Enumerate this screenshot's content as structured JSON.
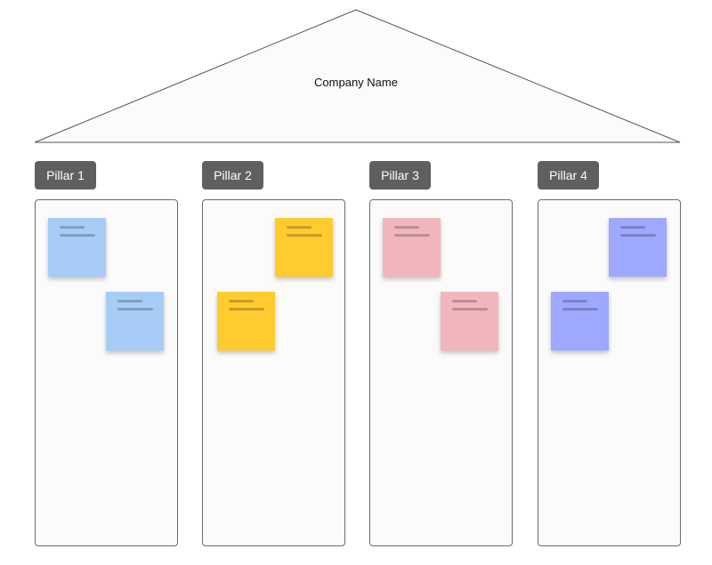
{
  "house": {
    "company_name": "Company Name"
  },
  "colors": {
    "blue_note": "#a7cdf6",
    "yellow_note": "#ffcb2e",
    "pink_note": "#f1b6bc",
    "purple_note": "#9ea8ff",
    "label_bg": "#5f5f5f"
  },
  "pillars": [
    {
      "label": "Pillar 1",
      "note_color": "blue_note"
    },
    {
      "label": "Pillar 2",
      "note_color": "yellow_note"
    },
    {
      "label": "Pillar 3",
      "note_color": "pink_note"
    },
    {
      "label": "Pillar 4",
      "note_color": "purple_note"
    }
  ]
}
